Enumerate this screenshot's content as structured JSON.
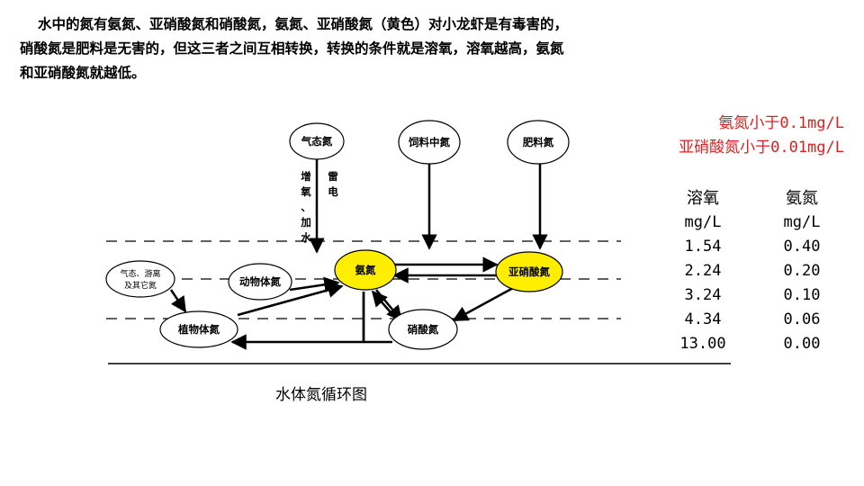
{
  "intro": {
    "line1": "水中的氮有氨氮、亚硝酸氮和硝酸氮，氨氮、亚硝酸氮（黄色）对小龙虾是有毒害的，",
    "line2": "硝酸氮是肥料是无害的，但这三者之间互相转换，转换的条件就是溶氧，溶氧越高，氨氮",
    "line3": "和亚硝酸氮就越低。"
  },
  "diagram": {
    "caption": "水体氮循环图",
    "nodes": {
      "gas_n": "气态氮",
      "feed_n": "饲料中氮",
      "fertilizer_n": "肥料氮",
      "gas_free_line1": "气态、游离",
      "gas_free_line2": "及其它氮",
      "animal_n": "动物体氮",
      "ammonia_n": "氨氮",
      "nitrite_n": "亚硝酸氮",
      "plant_n": "植物体氮",
      "nitrate_n": "硝酸氮"
    },
    "labels": {
      "oxygenation_chars": [
        "增",
        "氧",
        "、",
        "加",
        "水"
      ],
      "lightning_chars": [
        "雷",
        "电"
      ]
    },
    "colors": {
      "toxic_fill": "#ffee00",
      "node_fill": "#ffffff"
    }
  },
  "limits": {
    "ammonia": "氨氮小于0.1mg/L",
    "nitrite": "亚硝酸氮小于0.01mg/L",
    "color": "#e02020"
  },
  "table": {
    "col1_header": "溶氧",
    "col2_header": "氨氮",
    "col1_unit": "mg/L",
    "col2_unit": "mg/L",
    "rows": [
      {
        "do": "1.54",
        "ammonia": "0.40"
      },
      {
        "do": "2.24",
        "ammonia": "0.20"
      },
      {
        "do": "3.24",
        "ammonia": "0.10"
      },
      {
        "do": "4.34",
        "ammonia": "0.06"
      },
      {
        "do": "13.00",
        "ammonia": "0.00"
      }
    ]
  }
}
